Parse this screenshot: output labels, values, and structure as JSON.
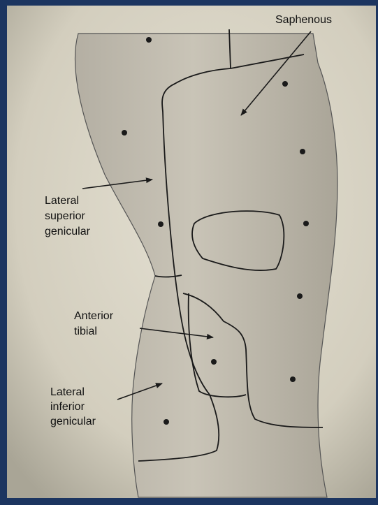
{
  "labels": {
    "saphenous": "Saphenous",
    "lateral_superior_genicular": [
      "Lateral",
      "superior",
      "genicular"
    ],
    "anterior_tibial": [
      "Anterior",
      "tibial"
    ],
    "lateral_inferior_genicular": [
      "Lateral",
      "inferior",
      "genicular"
    ]
  },
  "colors": {
    "frame": "#1c3560",
    "paper": "#d9d4c4",
    "skin": "#bdb8ab",
    "line": "#1a1a1a"
  }
}
